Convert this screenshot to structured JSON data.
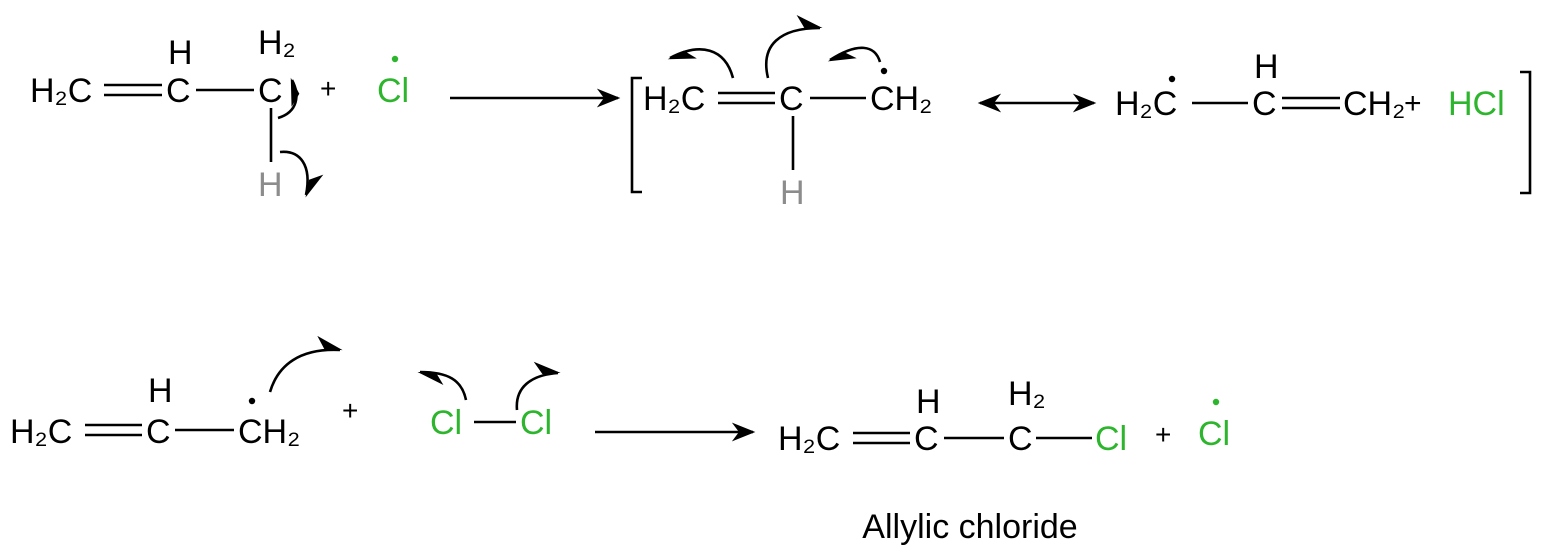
{
  "colors": {
    "chlorine": "#2db52d",
    "abstracted_h": "#8c8c8c",
    "ink": "#000000"
  },
  "reaction1": {
    "reactant": {
      "ch2": "H₂C",
      "ch": "C",
      "ch_h": "H",
      "c3": "C",
      "c3_h2": "H₂",
      "h_abstracted": "H"
    },
    "plus": "+",
    "cl_radical": "Cl",
    "intermediate": {
      "ch2": "H₂C",
      "ch": "C",
      "ch_h": "H",
      "ch2_radical": "CH₂"
    },
    "resonance": {
      "ch2_radical": "H₂C",
      "ch": "C",
      "ch_h": "H",
      "ch2": "CH₂",
      "plus": "+",
      "hcl": "HCl"
    }
  },
  "reaction2": {
    "allyl_radical": {
      "ch2": "H₂C",
      "ch": "C",
      "ch_h": "H",
      "ch2_radical": "CH₂"
    },
    "plus": "+",
    "cl2": {
      "cl_left": "Cl",
      "cl_right": "Cl"
    },
    "product": {
      "ch2": "H₂C",
      "ch": "C",
      "ch_h": "H",
      "c3": "C",
      "c3_h2": "H₂",
      "cl": "Cl",
      "plus": "+",
      "cl_radical": "Cl"
    },
    "product_label": "Allylic chloride"
  }
}
